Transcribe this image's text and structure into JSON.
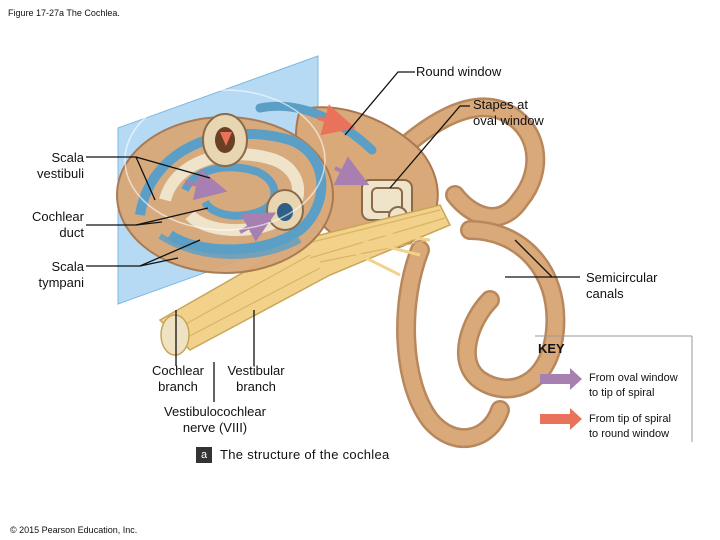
{
  "header": {
    "figure_title": "Figure 17-27a The Cochlea."
  },
  "labels": {
    "round_window": "Round window",
    "stapes": [
      "Stapes at",
      "oval window"
    ],
    "scala_vestibuli": [
      "Scala",
      "vestibuli"
    ],
    "cochlear_duct": [
      "Cochlear",
      "duct"
    ],
    "scala_tympani": [
      "Scala",
      "tympani"
    ],
    "semicircular_canals": [
      "Semicircular",
      "canals"
    ],
    "cochlear_branch": [
      "Cochlear",
      "branch"
    ],
    "vestibular_branch": [
      "Vestibular",
      "branch"
    ],
    "vestibulocochlear_nerve": [
      "Vestibulocochlear",
      "nerve (VIII)"
    ]
  },
  "key": {
    "title": "KEY",
    "items": [
      {
        "text": [
          "From oval window",
          "to tip of spiral"
        ],
        "color": "#a77fb0"
      },
      {
        "text": [
          "From tip of spiral",
          "to round window"
        ],
        "color": "#e8735a"
      }
    ]
  },
  "caption": {
    "badge": "a",
    "text": "The structure of the cochlea"
  },
  "footer": {
    "copyright": "© 2015 Pearson Education, Inc."
  },
  "colors": {
    "bone": "#d9a97a",
    "nerve": "#f2d28a",
    "canal": "#5b9fc6",
    "plane": "#a9d3f2"
  }
}
